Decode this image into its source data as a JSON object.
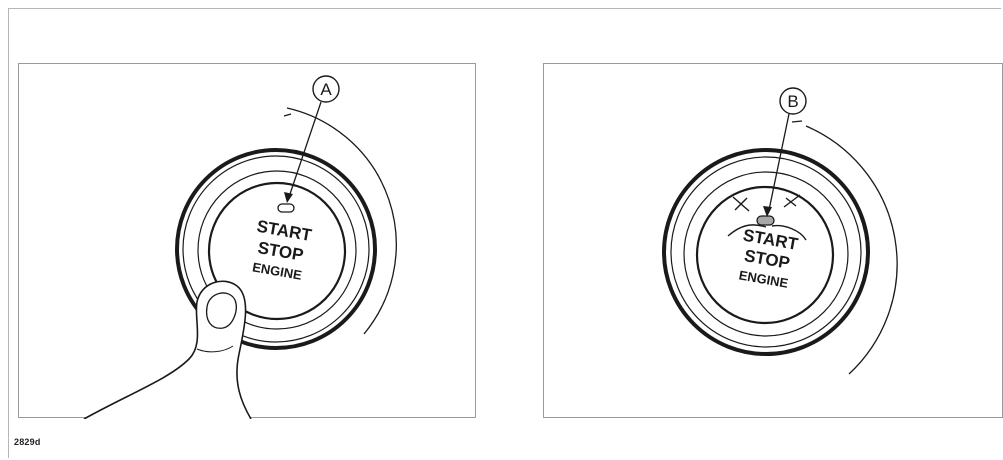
{
  "figure_code": "2829d",
  "panel_a": {
    "callout": "A",
    "button_text": [
      "START",
      "STOP",
      "ENGINE"
    ]
  },
  "panel_b": {
    "callout": "B",
    "button_text": [
      "START",
      "STOP",
      "ENGINE"
    ]
  },
  "colors": {
    "line": "#1a1a1a",
    "frame": "#b5b5b5",
    "indicator_lit": "#a8a8a8"
  }
}
